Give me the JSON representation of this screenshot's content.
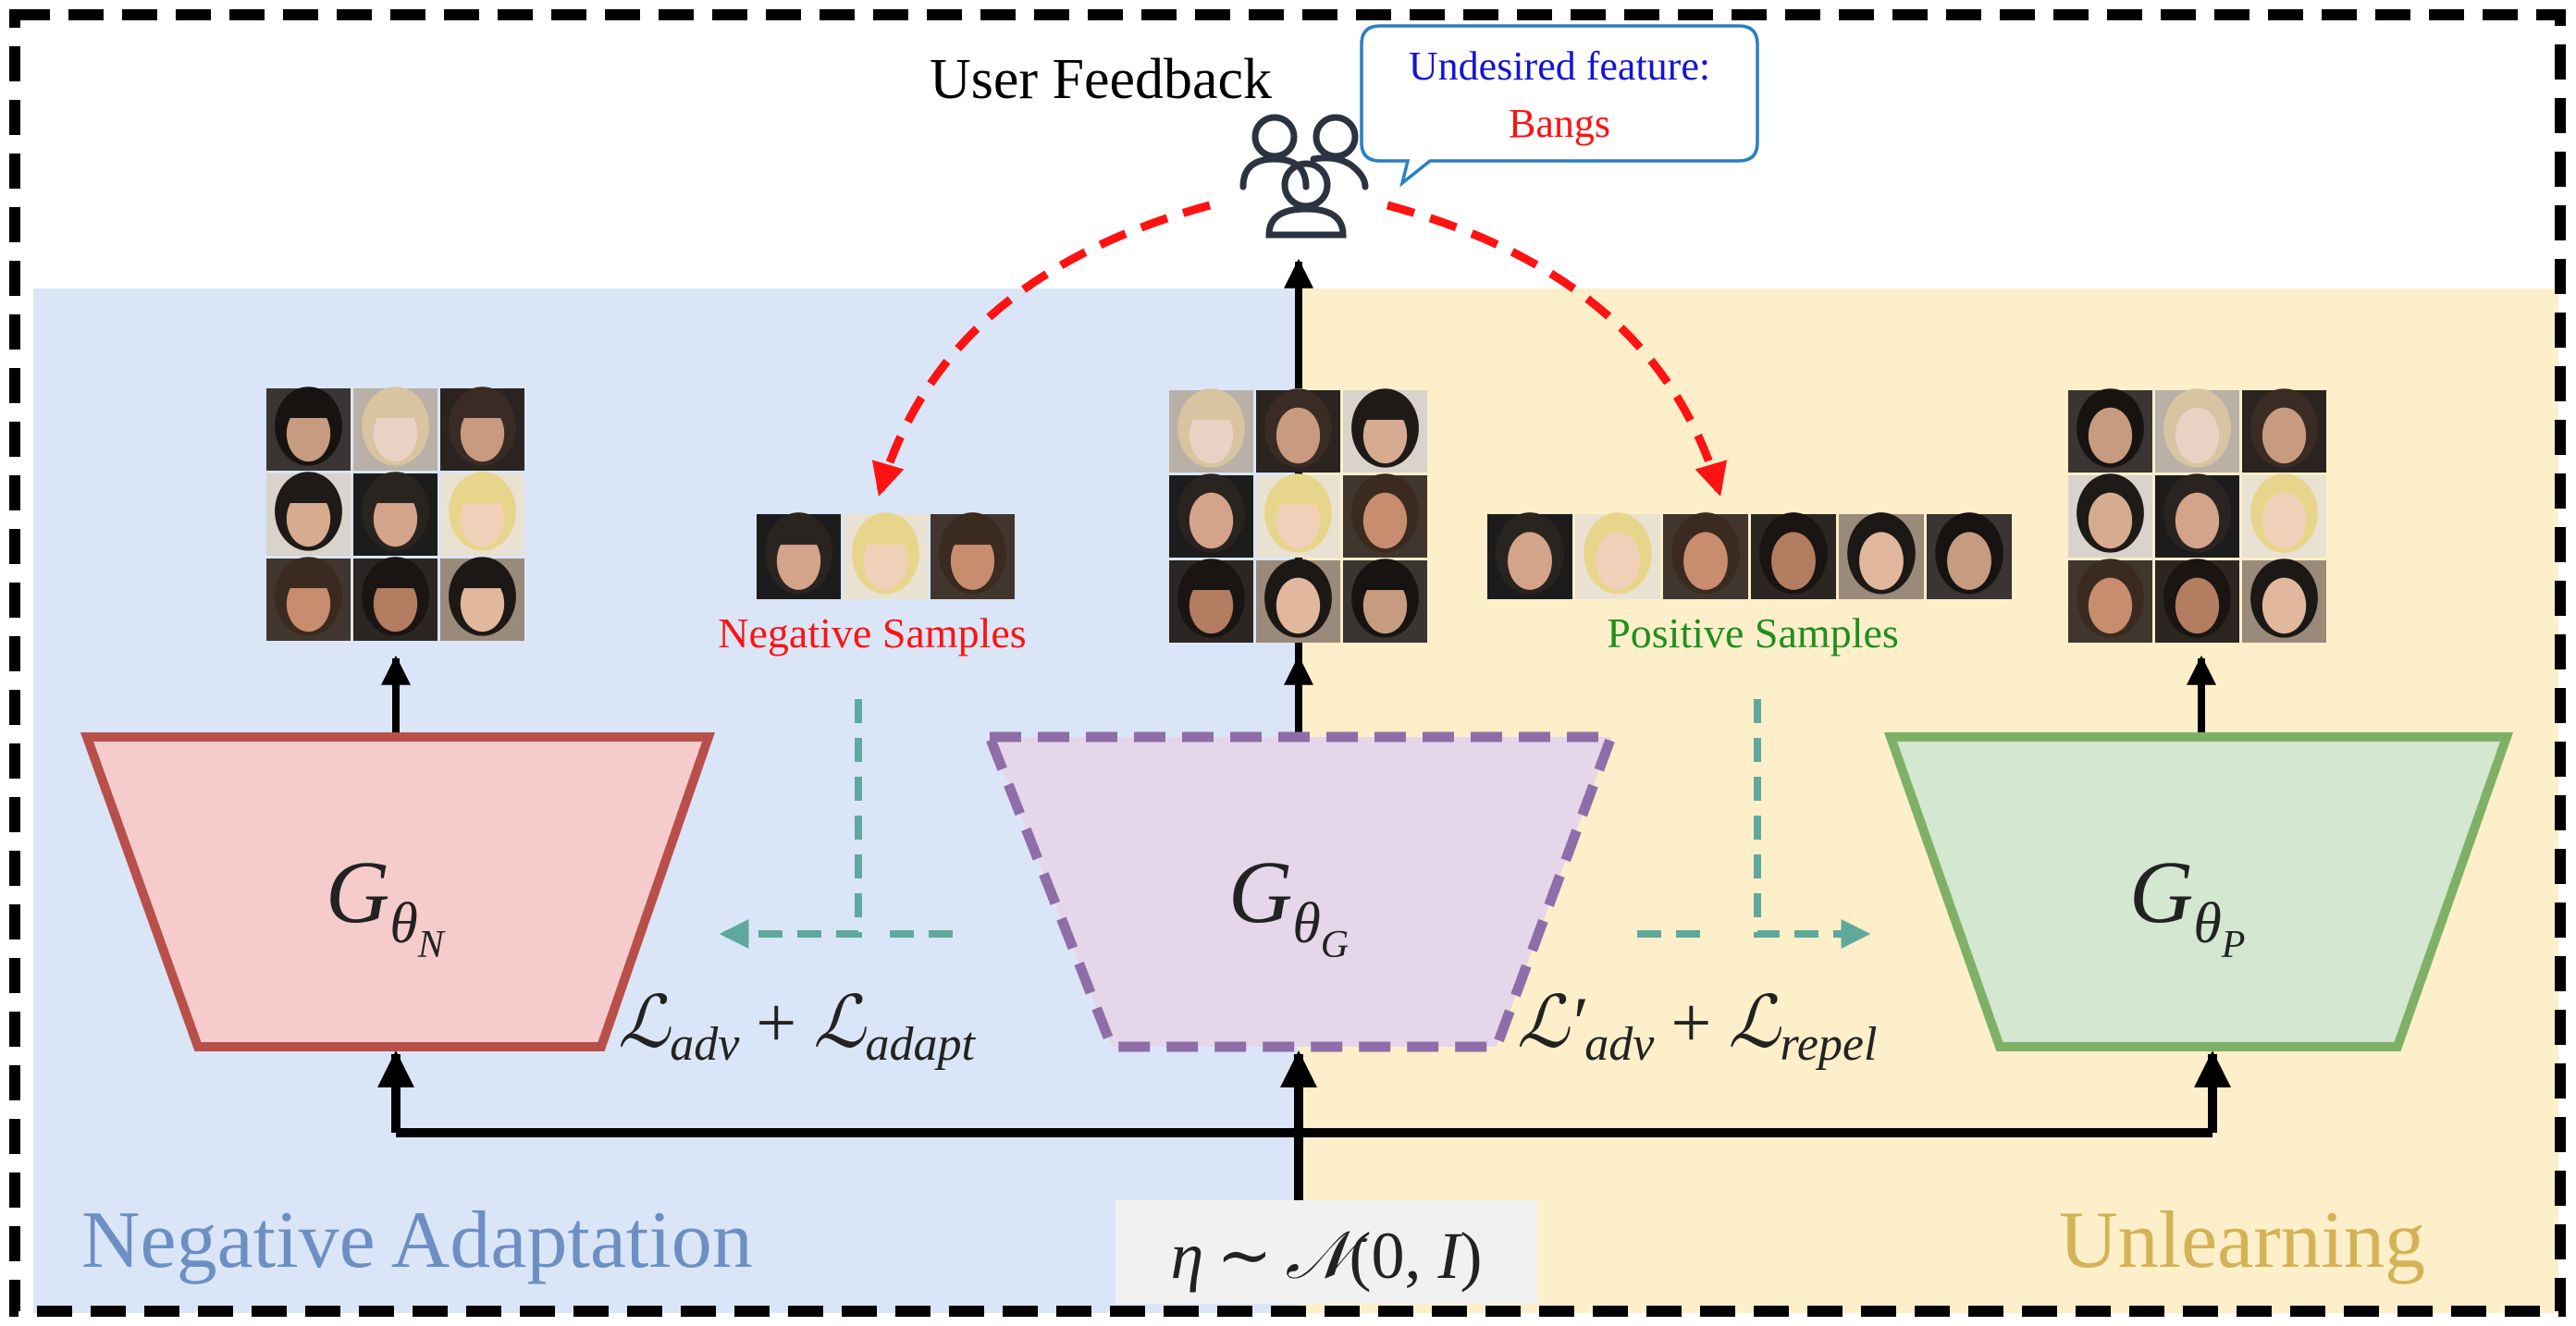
{
  "feedback": {
    "title": "User Feedback",
    "bubble_line1": "Undesired feature:",
    "bubble_line2": "Bangs",
    "icon": "users-icon"
  },
  "samples": {
    "negative_label": "Negative Samples",
    "positive_label": "Positive Samples"
  },
  "generators": {
    "negative": {
      "base": "G",
      "sub": "θ",
      "subsub": "N"
    },
    "original": {
      "base": "G",
      "sub": "θ",
      "subsub": "G"
    },
    "positive": {
      "base": "G",
      "sub": "θ",
      "subsub": "P"
    }
  },
  "losses": {
    "left": {
      "t1": "ℒ",
      "s1": "adv",
      "plus": "+",
      "t2": "ℒ",
      "s2": "adapt"
    },
    "right": {
      "t1": "ℒ′",
      "s1": "adv",
      "plus": "+",
      "t2": "ℒ",
      "s2": "repel"
    }
  },
  "noise": {
    "eta": "η",
    "tilde": "∼",
    "dist": "𝒩",
    "args": "(0, ",
    "I": "I",
    "close": ")"
  },
  "regions": {
    "left_label": "Negative Adaptation",
    "right_label": "Unlearning"
  },
  "colors": {
    "left_region": "#dae6f7",
    "right_region": "#fcefc9",
    "neg_trap_fill": "#f6cbcc",
    "neg_trap_stroke": "#b94f4a",
    "orig_trap_fill": "#e5d6ea",
    "orig_trap_stroke": "#8e6da8",
    "pos_trap_fill": "#d3e7d1",
    "pos_trap_stroke": "#7eb166",
    "feedback_arrow": "#ff1212",
    "loss_arrow": "#5fa99c",
    "bubble_text": "#1414d6",
    "bangs_text": "#ff1212",
    "negative_text": "#ff1212",
    "positive_text": "#1f8f1f",
    "left_label_text": "#6d8fc3",
    "right_label_text": "#d4b256"
  }
}
